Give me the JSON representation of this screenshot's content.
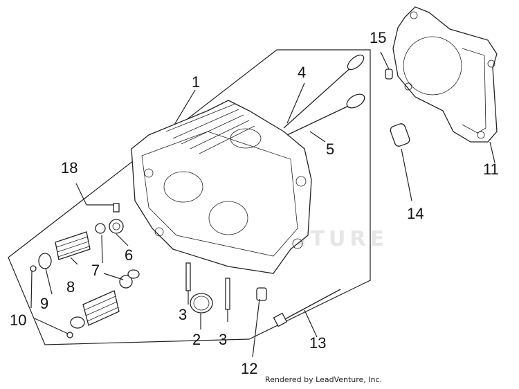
{
  "callouts": {
    "c1": "1",
    "c2": "2",
    "c3a": "3",
    "c3b": "3",
    "c4": "4",
    "c5": "5",
    "c6": "6",
    "c7": "7",
    "c8": "8",
    "c9": "9",
    "c10a": "10",
    "c10b": "10",
    "c11": "11",
    "c12": "12",
    "c13": "13",
    "c14": "14",
    "c15": "15",
    "c18": "18"
  },
  "credit": "Rendered by LeadVenture, Inc.",
  "watermark": "LEADVENTURE"
}
